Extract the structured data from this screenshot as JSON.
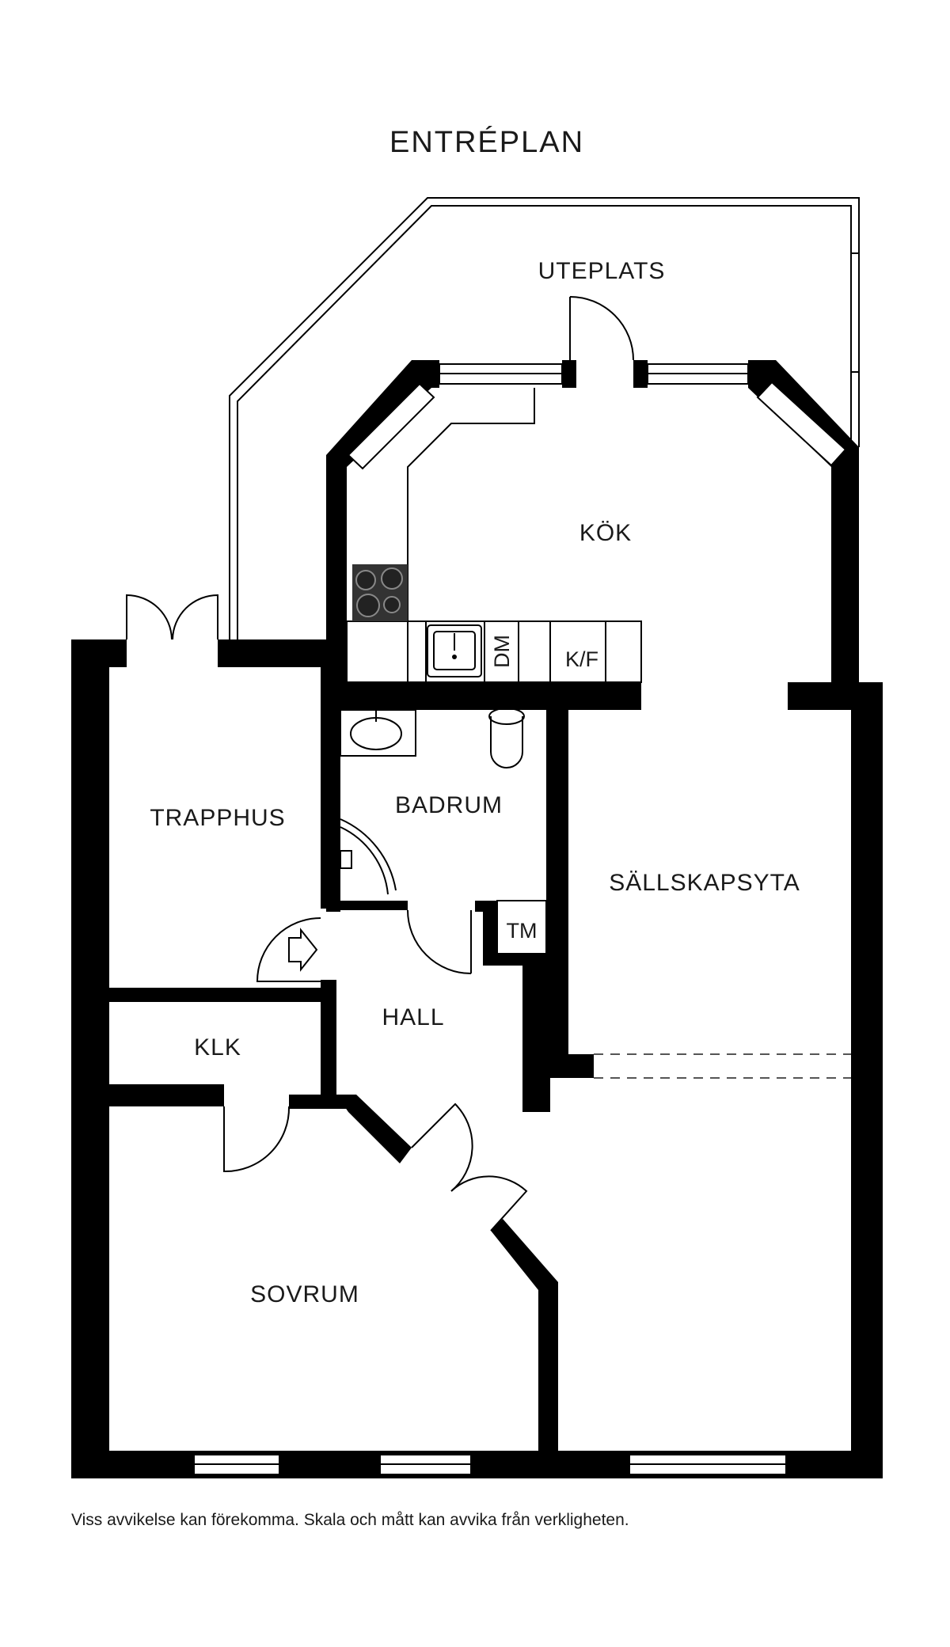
{
  "title": "ENTRÉPLAN",
  "rooms": {
    "uteplats": "UTEPLATS",
    "kok": "KÖK",
    "trapphus": "TRAPPHUS",
    "badrum": "BADRUM",
    "sallskapsyta": "SÄLLSKAPSYTA",
    "hall": "HALL",
    "klk": "KLK",
    "sovrum": "SOVRUM",
    "tm": "TM"
  },
  "fixtures": {
    "dishwasher": "DM",
    "fridge_freezer": "K/F"
  },
  "disclaimer": "Viss avvikelse kan förekomma. Skala och mått kan avvika från verkligheten."
}
